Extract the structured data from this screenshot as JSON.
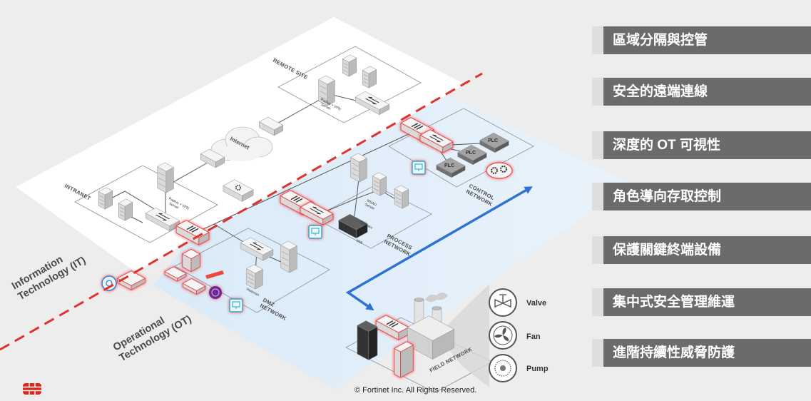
{
  "zones": {
    "it": [
      "Information",
      "Technology (IT)"
    ],
    "ot": [
      "Operational",
      "Technology (OT)"
    ]
  },
  "networks": {
    "remote_site": "REMOTE SITE",
    "internet": "Internet",
    "intranet": "INTRANET",
    "process": [
      "PROCESS",
      "NETWORK"
    ],
    "control": [
      "CONTROL",
      "NETWORK"
    ],
    "dmz": [
      "DMZ",
      "NETWORK"
    ],
    "field": "FIELD NETWORK"
  },
  "device_labels": {
    "remote_server": [
      "Radius + VPN",
      "Server"
    ],
    "intranet_server": [
      "Radius + VPN",
      "Server"
    ],
    "dmz_server": "Historian",
    "process_server": [
      "MSAD",
      "Server"
    ],
    "operator": "Operator",
    "hmi": "HMI",
    "plcs": [
      "PLC",
      "PLC",
      "PLC"
    ]
  },
  "field_devices": [
    {
      "label": "Valve",
      "icon": "valve-icon"
    },
    {
      "label": "Fan",
      "icon": "fan-icon"
    },
    {
      "label": "Pump",
      "icon": "pump-icon"
    }
  ],
  "features": [
    "區域分隔與控管",
    "安全的遠端連線",
    "深度的 OT 可視性",
    "角色導向存取控制",
    "保護關鍵終端設備",
    "集中式安全管理維運",
    "進階持續性威脅防護"
  ],
  "copyright": "© Fortinet Inc. All Rights Reserved.",
  "colors": {
    "accent_red": "#e0312f",
    "feature_bar": "#6b6b6b",
    "ot_plane": "#deedf9",
    "it_plane": "#ffffff",
    "flow_arrow": "#2f73d2",
    "brand_logo": "#da291c"
  }
}
